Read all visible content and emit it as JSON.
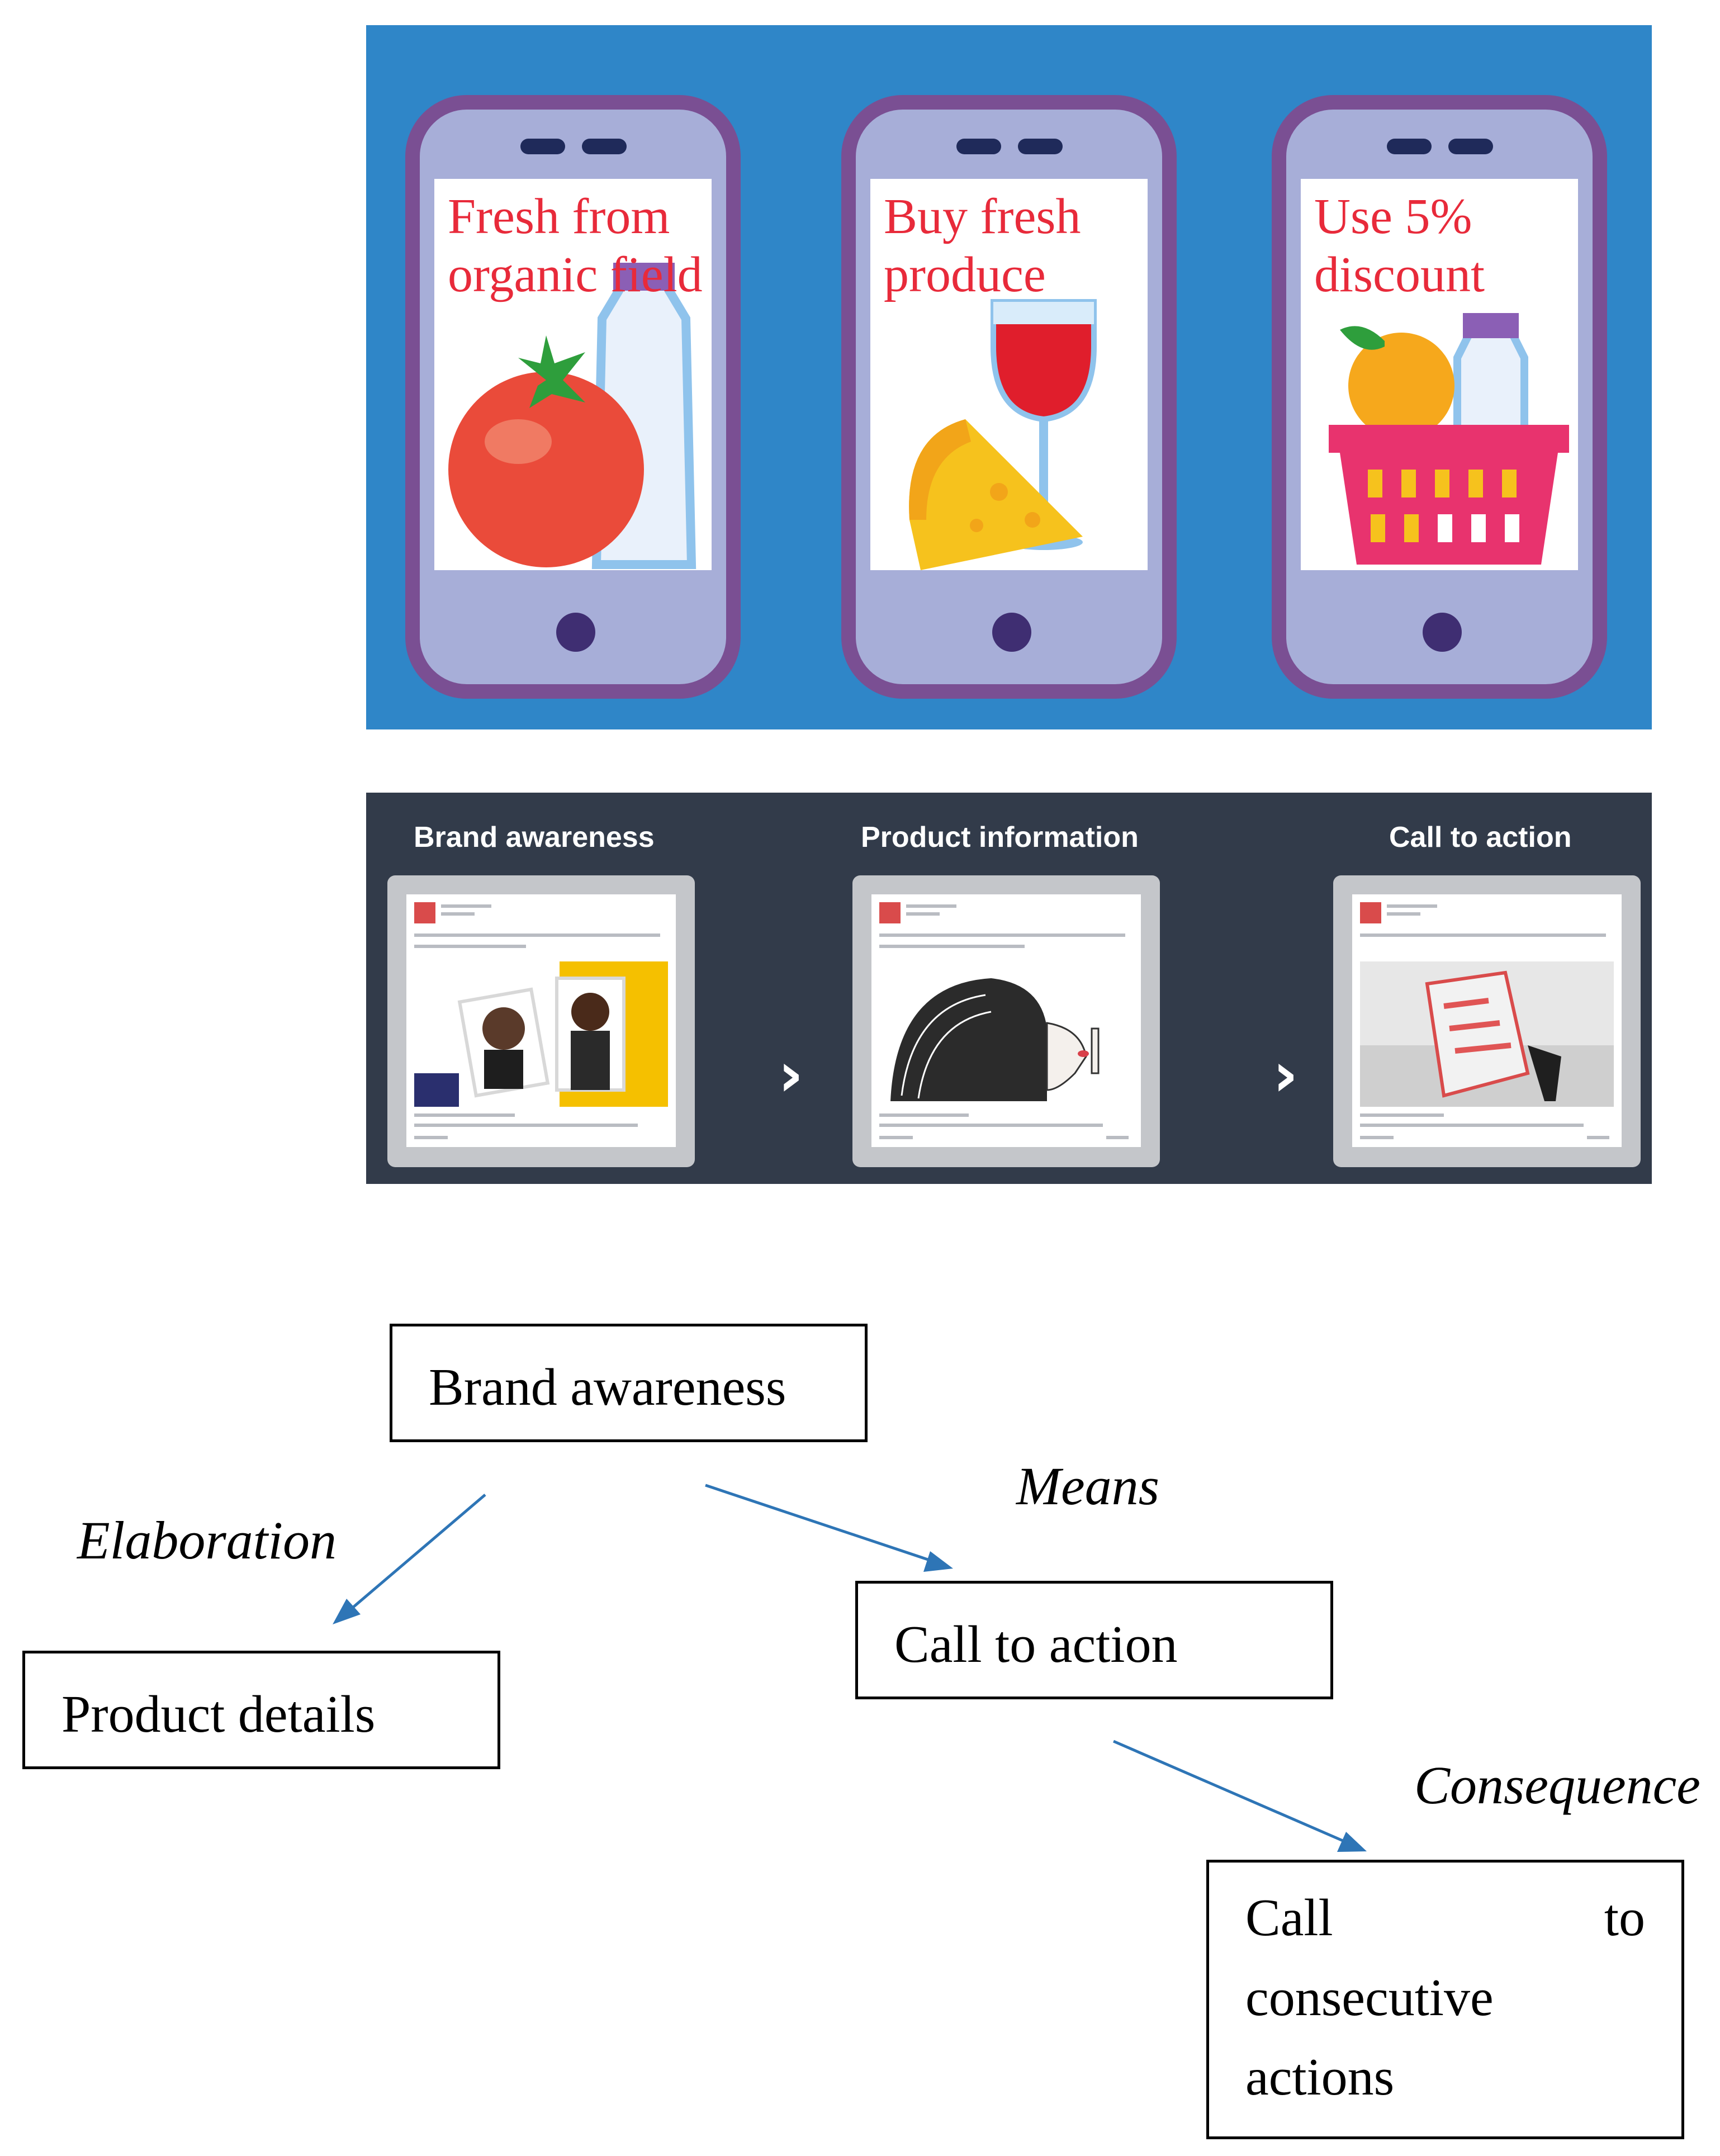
{
  "phones": [
    {
      "caption": "Fresh from\norganic field",
      "illustration": "tomato-milk-bottle"
    },
    {
      "caption": "Buy fresh\nproduce",
      "illustration": "wine-glass-cheese"
    },
    {
      "caption": "Use 5%\ndiscount",
      "illustration": "shopping-basket"
    }
  ],
  "funnel": {
    "stages": [
      "Brand awareness",
      "Product information",
      "Call to action"
    ],
    "separator": "chevron-right-icon"
  },
  "diagram": {
    "nodes": {
      "brand_awareness": "Brand awareness",
      "product_details": "Product details",
      "call_to_action": "Call to action",
      "consecutive": {
        "line1_left": "Call",
        "line1_right": "to",
        "line2": "consecutive",
        "line3": "actions"
      }
    },
    "relations": {
      "elaboration": "Elaboration",
      "means": "Means",
      "consequence": "Consequence"
    },
    "arrow_color": "#2e75b6"
  },
  "colors": {
    "phone_panel_bg": "#2f86c8",
    "funnel_panel_bg": "#323b4a",
    "caption_red": "#e82a3a",
    "phone_frame": "#7a4f93"
  }
}
